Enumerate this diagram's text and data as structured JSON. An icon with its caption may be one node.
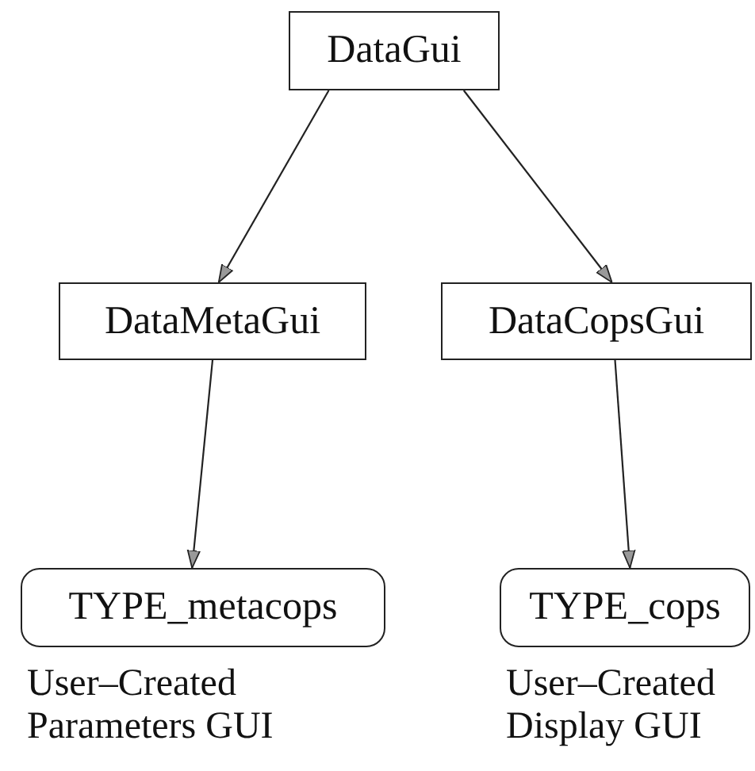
{
  "diagram": {
    "nodes": [
      {
        "text": [
          "DataGui"
        ]
      },
      {
        "text": [
          "DataMetaGui"
        ]
      },
      {
        "text": [
          "DataCopsGui"
        ]
      },
      {
        "text": [
          "TYPE_metacops"
        ],
        "beside": [
          "User–Created Parameters GUI"
        ]
      },
      {
        "text": [
          "TYPE_cops"
        ],
        "beside": [
          "User–Created Display GUI"
        ]
      }
    ],
    "edges": [
      {
        "from": 0,
        "to": 1,
        "arrow": "to"
      },
      {
        "from": 0,
        "to": 2,
        "arrow": "to"
      },
      {
        "from": 1,
        "to": 3,
        "arrow": "to"
      },
      {
        "from": 2,
        "to": 4,
        "arrow": "to"
      }
    ]
  }
}
